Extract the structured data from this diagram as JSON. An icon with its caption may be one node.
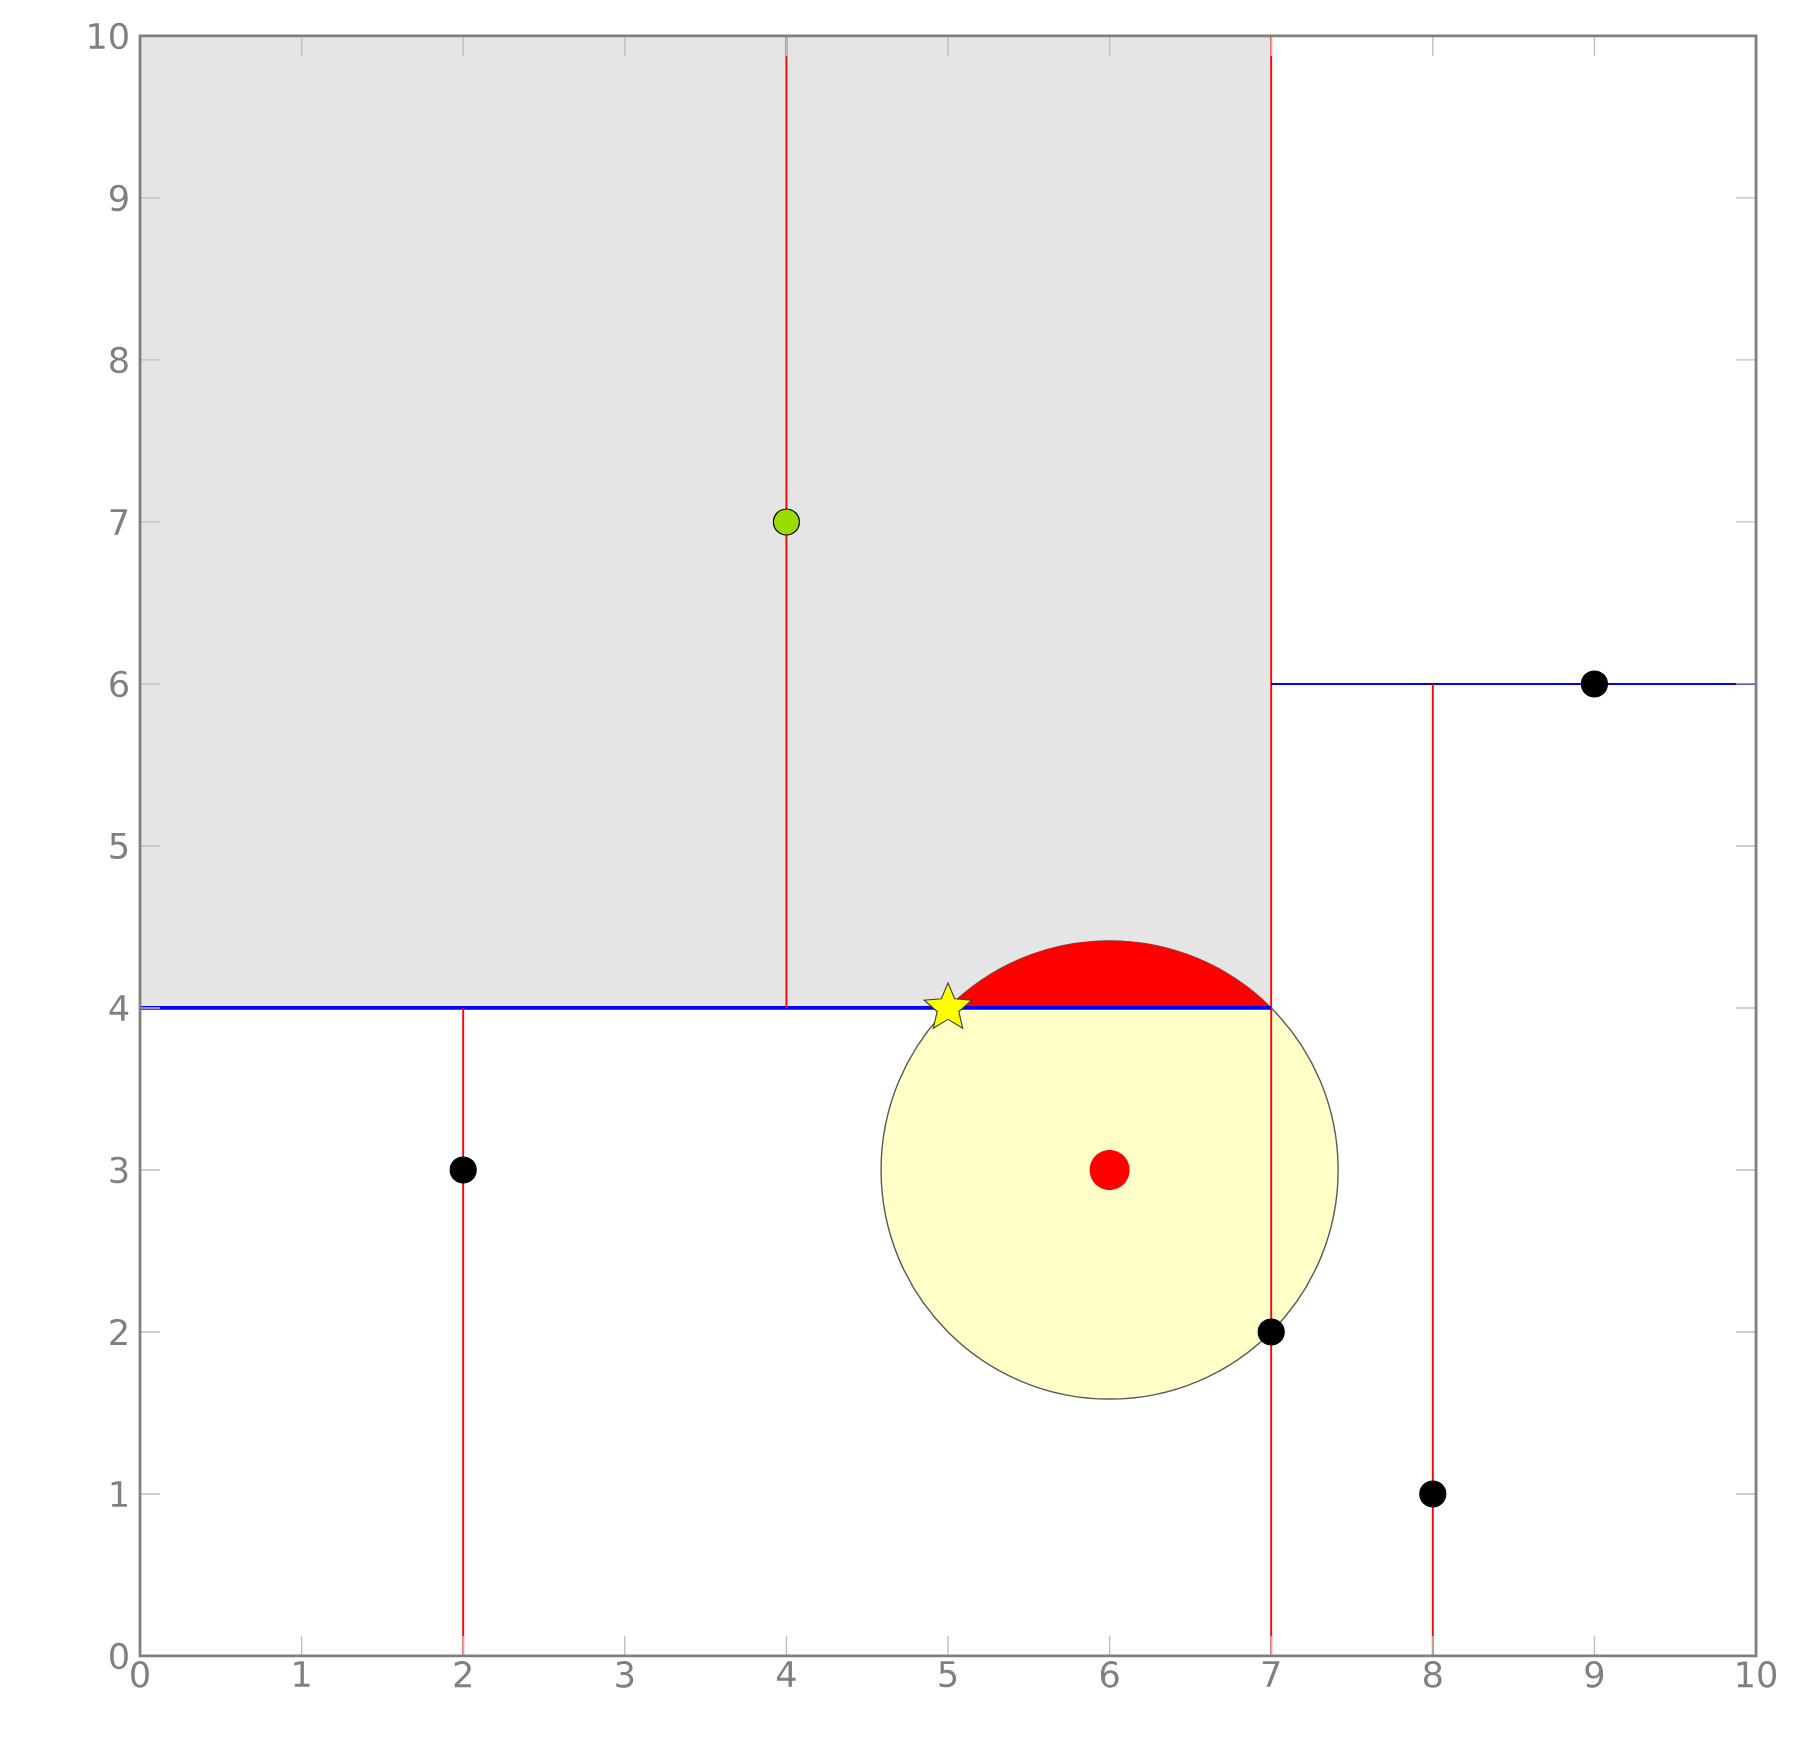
{
  "diagram": {
    "chart_data": {
      "type": "scatter",
      "xlim": [
        0,
        10
      ],
      "ylim": [
        0,
        10
      ],
      "xticks": [
        0,
        1,
        2,
        3,
        4,
        5,
        6,
        7,
        8,
        9,
        10
      ],
      "yticks": [
        0,
        1,
        2,
        3,
        4,
        5,
        6,
        7,
        8,
        9,
        10
      ],
      "bands": [
        {
          "axis": "y",
          "from": 4,
          "to": 10,
          "color": "#e5e5e5"
        }
      ],
      "ref_lines": [
        {
          "axis": "x",
          "value": 7,
          "color": "#ff0000"
        },
        {
          "axis": "y",
          "value": 4,
          "color": "#0000ff"
        },
        {
          "axis": "y",
          "value": 6,
          "color": "#0000ff"
        },
        {
          "axis": "x",
          "value": 2,
          "color": "#ff0000"
        },
        {
          "axis": "x",
          "value": 4,
          "color": "#ff0000"
        },
        {
          "axis": "x",
          "value": 8,
          "color": "#ff0000"
        }
      ],
      "x": [
        2,
        4,
        5,
        6,
        7,
        8,
        9
      ],
      "series": [
        {
          "color": "#000000",
          "values": [
            3,
            null,
            null,
            null,
            2,
            1,
            6
          ]
        },
        {
          "color": "#99dd00",
          "values": [
            null,
            7,
            null,
            null,
            null,
            null,
            null
          ]
        },
        {
          "color": "#ffff00",
          "values": [
            null,
            null,
            4,
            null,
            null,
            null,
            null
          ]
        },
        {
          "color": "#ff0000",
          "values": [
            null,
            null,
            null,
            3,
            null,
            null,
            null
          ]
        }
      ]
    }
  }
}
